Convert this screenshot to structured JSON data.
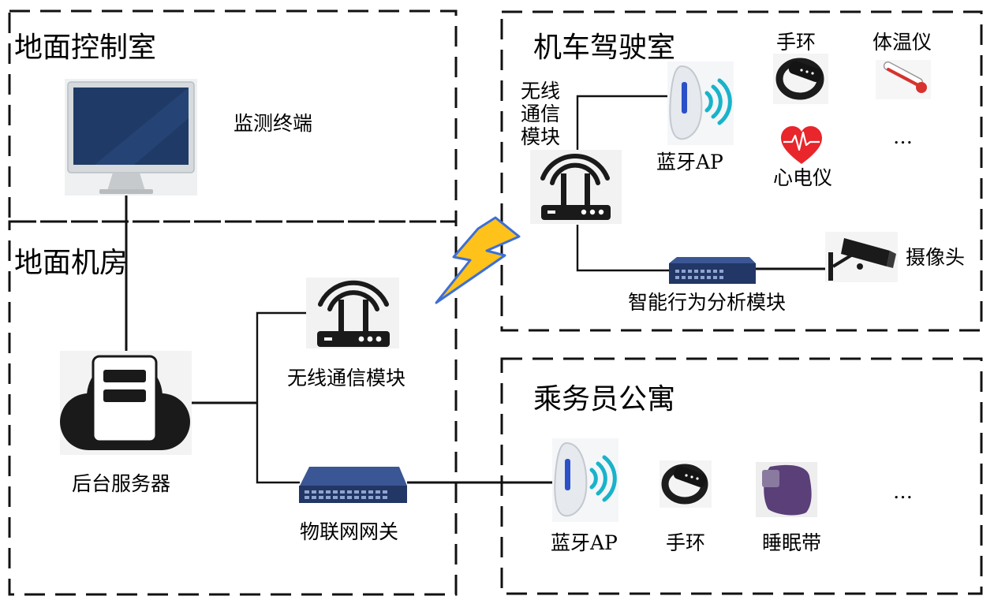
{
  "regions": {
    "control_room": "地面控制室",
    "machine_room": "地面机房",
    "cab": "机车驾驶室",
    "apartment": "乘务员公寓"
  },
  "devices": {
    "monitor_terminal": "监测终端",
    "backend_server": "后台服务器",
    "ground_wireless_module": "无线通信模块",
    "iot_gateway": "物联网网关",
    "cab_wireless_module": "无线\n通信\n模块",
    "cab_bluetooth_ap": "蓝牙AP",
    "cab_wristband": "手环",
    "thermometer": "体温仪",
    "ecg_monitor": "心电仪",
    "cab_more": "…",
    "camera": "摄像头",
    "behavior_module": "智能行为分析模块",
    "apt_bluetooth_ap": "蓝牙AP",
    "apt_wristband": "手环",
    "sleep_belt": "睡眠带",
    "apt_more": "…"
  },
  "colors": {
    "monitor_screen": "#1f3a66",
    "cloud": "#1a1a1a",
    "bluetooth_waves": "#19b3c9",
    "heart": "#e8262b",
    "thermometer_red": "#d8322e",
    "lightning_fill": "#ffc21a",
    "lightning_stroke": "#3d6fd6",
    "switch_body": "#283c6c",
    "sleep_belt": "#5a3f78"
  }
}
